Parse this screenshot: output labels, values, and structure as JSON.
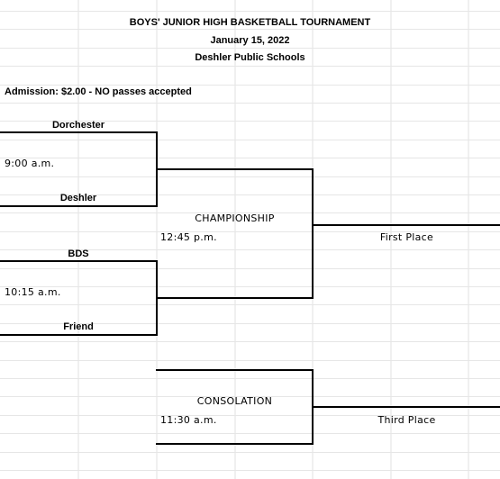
{
  "header": {
    "title": "BOYS' JUNIOR HIGH BASKETBALL TOURNAMENT",
    "date": "January 15, 2022",
    "host": "Deshler Public Schools"
  },
  "admission": "Admission: $2.00 - NO passes accepted",
  "game1": {
    "team_top": "Dorchester",
    "time": "9:00 a.m.",
    "team_bottom": "Deshler"
  },
  "game2": {
    "team_top": "BDS",
    "time": "10:15 a.m.",
    "team_bottom": "Friend"
  },
  "championship": {
    "label": "CHAMPIONSHIP",
    "time": "12:45 p.m.",
    "result": "First Place"
  },
  "consolation": {
    "label": "CONSOLATION",
    "time": "11:30 a.m.",
    "result": "Third Place"
  }
}
